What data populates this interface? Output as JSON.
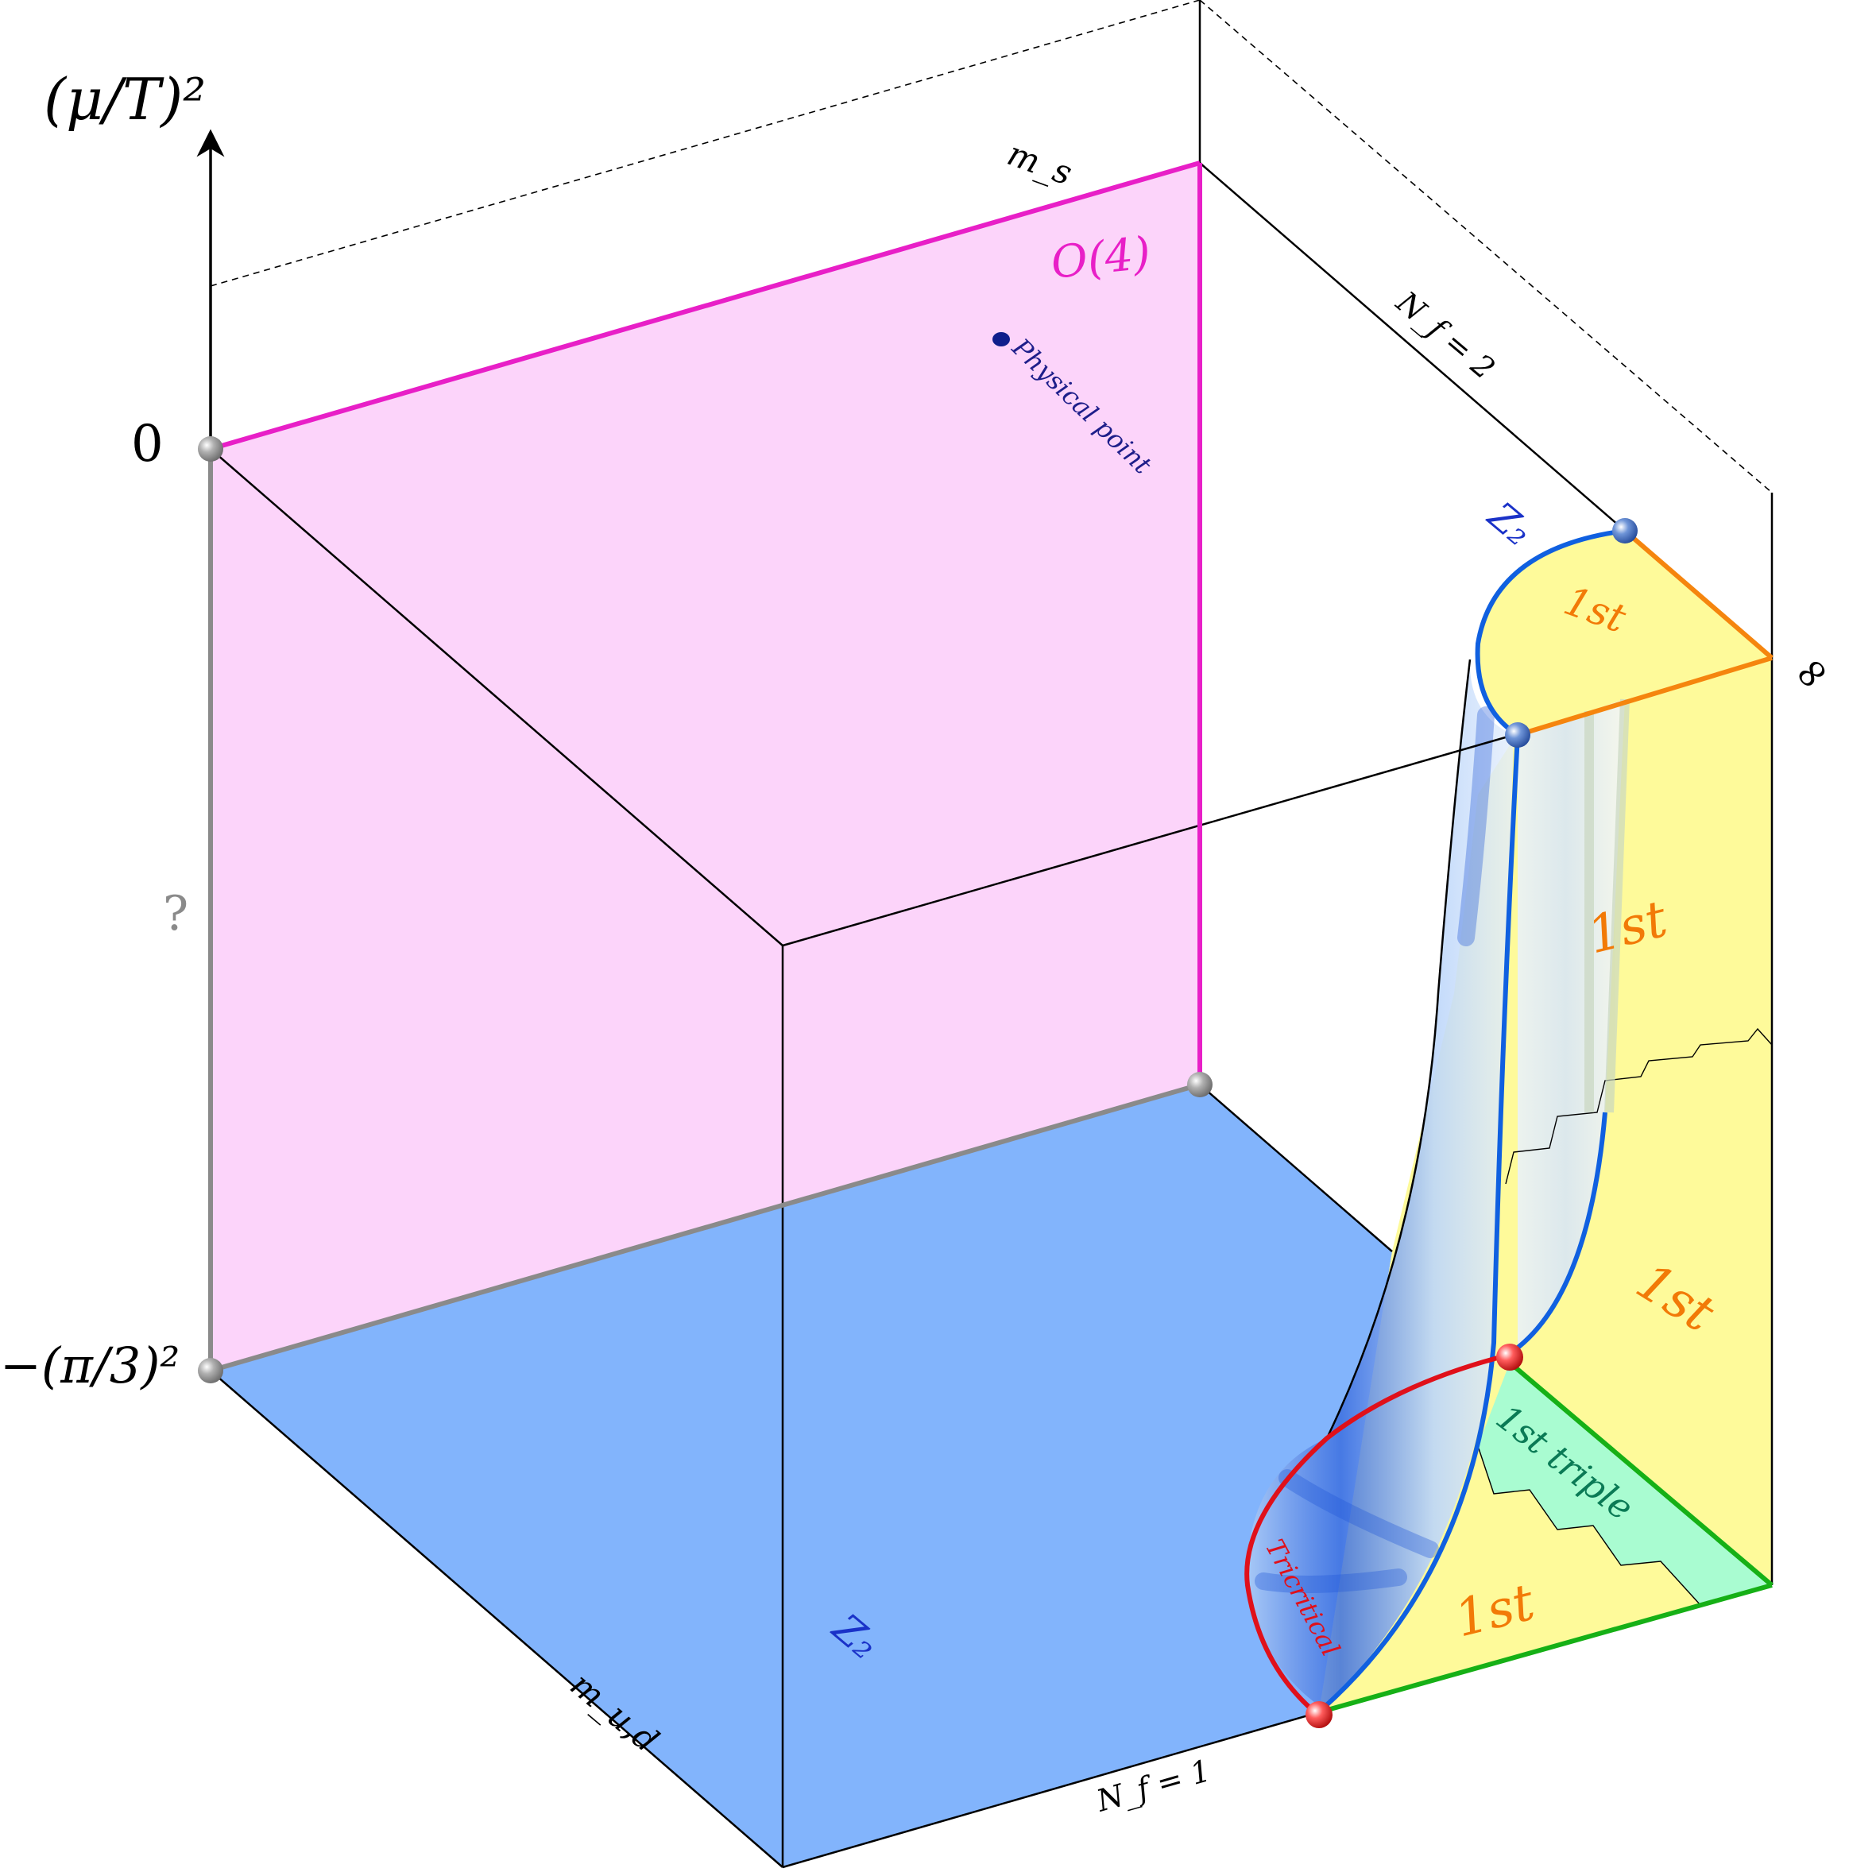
{
  "colors": {
    "pink_face": "#fcd4fa",
    "magenta": "#e81fc7",
    "blue_floor": "#82b4fc",
    "blue_line": "#1060e0",
    "z2_text": "#1a32c8",
    "yellow_face": "#fefa9a",
    "orange": "#f5850e",
    "orange_text": "#f27a07",
    "green_line": "#16b016",
    "green_face": "#a9fcd1",
    "red": "#e0101a",
    "grey": "#8a8a8a",
    "physical": "#0f1e8c",
    "physical_text": "#1e1e8a"
  },
  "axis": {
    "vertical_label": "(μ/T)²",
    "tick_zero": "0",
    "tick_bottom": "−(π/3)²",
    "question_mark": "?"
  },
  "edges": {
    "ms": "m_s",
    "mud": "m_u,d",
    "nf2": "N_f = 2",
    "nf1": "N_f = 1",
    "infinity": "∞"
  },
  "regions": {
    "o4": "O(4)",
    "physical_point": "Physical point",
    "z2_top": "Z₂",
    "z2_floor": "Z₂",
    "first_top": "1st",
    "first_mid": "1st",
    "first_right": "1st",
    "first_bottom": "1st",
    "first_triple": "1st triple",
    "tricritical": "Tricritical"
  }
}
